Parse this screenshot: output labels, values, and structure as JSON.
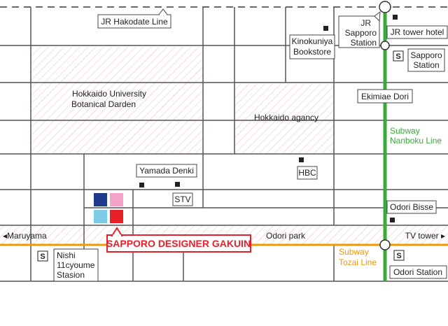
{
  "labels": {
    "jr_hakodate_line": "JR Hakodate Line",
    "jr_sapporo_station": [
      "JR",
      "Sapporo",
      "Station"
    ],
    "jr_tower_hotel": "JR tower hotel",
    "kinokuniya": [
      "Kinokuniya",
      "Bookstore"
    ],
    "sapporo_subway_station": [
      "Sapporo",
      "Station"
    ],
    "botanical_garden": [
      "Hokkaido University",
      "Botanical Darden"
    ],
    "hokkaido_agancy": "Hokkaido agancy",
    "ekimiae_dori": "Ekimiae Dori",
    "nanboku_line": [
      "Subway",
      "Nanboku Line"
    ],
    "yamada_denki": "Yamada Denki",
    "hbc": "HBC",
    "stv": "STV",
    "odori_bisse": "Odori Bisse",
    "maruyama": "◂Maruyama",
    "odori_park": "Odori park",
    "tv_tower": "TV tower ▸",
    "school": "SAPPORO DESIGNER GAKUIN",
    "nishi_station": [
      "Nishi",
      "11cyoume",
      "Stasion"
    ],
    "tozai_line": [
      "Subway",
      "Tozai Line"
    ],
    "odori_station": "Odori Station",
    "subway_symbol": "S"
  },
  "colors": {
    "nanboku": "#3aaa3a",
    "tozai": "#f39800",
    "school_red": "#e8202a",
    "block_navy": "#1f3a8a",
    "block_pink": "#f4a3c8",
    "block_cyan": "#7ecbe8",
    "block_red": "#e8202a",
    "road": "#555555"
  }
}
